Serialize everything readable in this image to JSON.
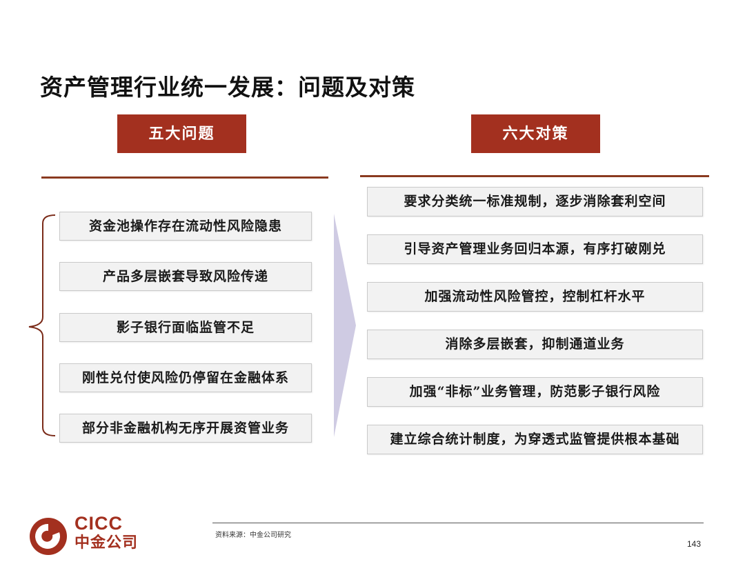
{
  "title": "资产管理行业统一发展：问题及对策",
  "left_section": {
    "header": "五大问题",
    "items": [
      "资金池操作存在流动性风险隐患",
      "产品多层嵌套导致风险传递",
      "影子银行面临监管不足",
      "刚性兑付使风险仍停留在金融体系",
      "部分非金融机构无序开展资管业务"
    ]
  },
  "right_section": {
    "header": "六大对策",
    "items": [
      "要求分类统一标准规制，逐步消除套利空间",
      "引导资产管理业务回归本源，有序打破刚兑",
      "加强流动性风险管控，控制杠杆水平",
      "消除多层嵌套，抑制通道业务",
      "加强“非标”业务管理，防范影子银行风险",
      "建立综合统计制度，为穿透式监管提供根本基础"
    ]
  },
  "footer": {
    "source": "资料来源：中金公司研究",
    "page_number": "143",
    "logo_en": "CICC",
    "logo_cn": "中金公司"
  },
  "colors": {
    "header_bg": "#a3301f",
    "rule": "#8a3a1f",
    "arrow": "#cfcbe3",
    "logo": "#a3301f"
  }
}
